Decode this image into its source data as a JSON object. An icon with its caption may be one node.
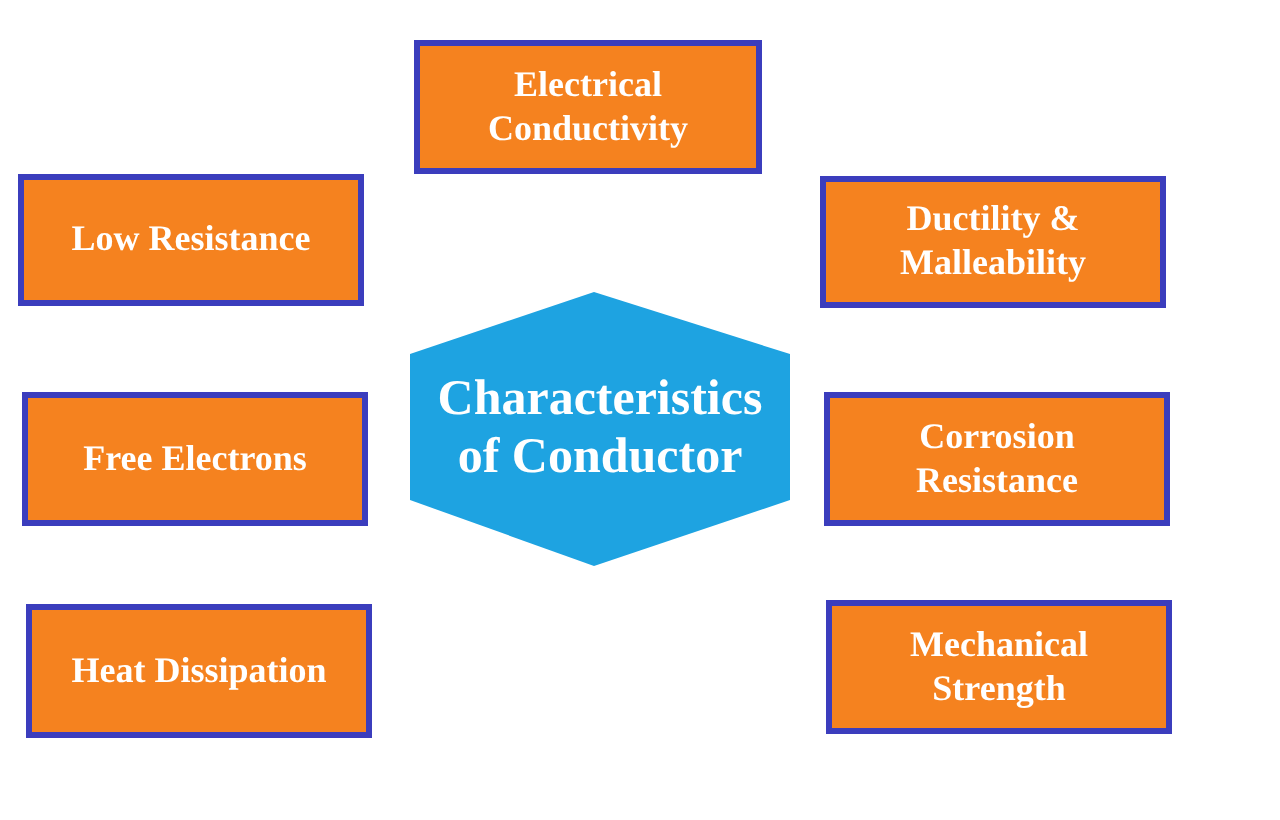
{
  "diagram": {
    "nodes": [
      {
        "text": [
          "Electrical Conductivity"
        ]
      },
      {
        "text": [
          "Low Resistance"
        ]
      },
      {
        "text": [
          "Ductility & Malleability"
        ]
      },
      {
        "text": [
          "Characteristics of Conductor"
        ]
      },
      {
        "text": [
          "Free Electrons"
        ]
      },
      {
        "text": [
          "Corrosion Resistance"
        ]
      },
      {
        "text": [
          "Heat Dissipation"
        ]
      },
      {
        "text": [
          "Mechanical Strength"
        ]
      }
    ]
  }
}
